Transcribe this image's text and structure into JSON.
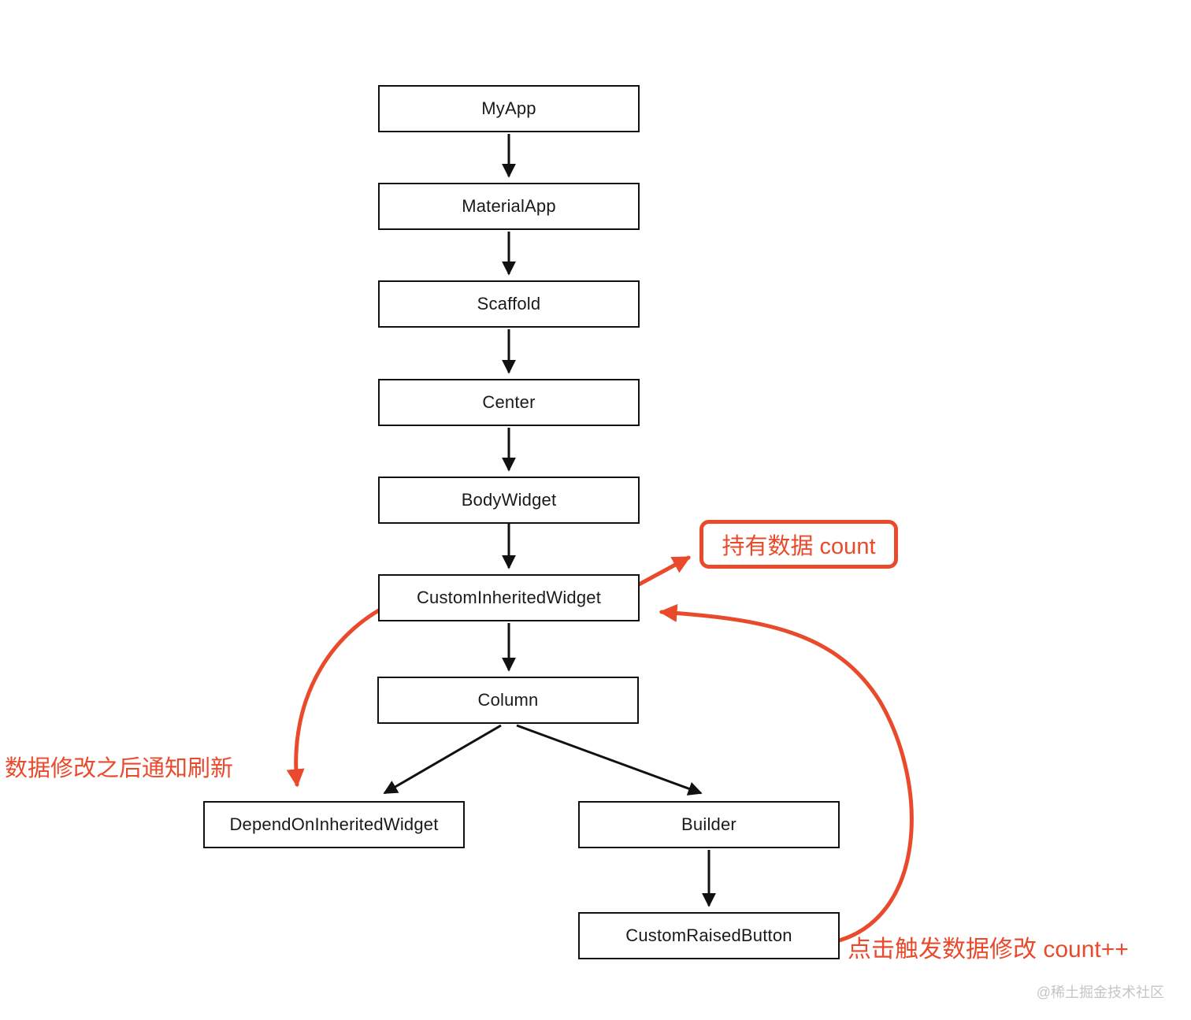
{
  "diagram": {
    "nodes": {
      "myapp": {
        "label": "MyApp"
      },
      "materialapp": {
        "label": "MaterialApp"
      },
      "scaffold": {
        "label": "Scaffold"
      },
      "center": {
        "label": "Center"
      },
      "bodywidget": {
        "label": "BodyWidget"
      },
      "custominheritedwidget": {
        "label": "CustomInheritedWidget"
      },
      "column": {
        "label": "Column"
      },
      "dependoninheritedwidget": {
        "label": "DependOnInheritedWidget"
      },
      "builder": {
        "label": "Builder"
      },
      "customraisedbutton": {
        "label": "CustomRaisedButton"
      }
    },
    "annotations": {
      "holds_count": "持有数据 count",
      "notify_refresh": "数据修改之后通知刷新",
      "click_trigger": "点击触发数据修改 count++"
    },
    "watermark": "@稀土掘金技术社区",
    "colors": {
      "annotation_red": "#EA4A2C",
      "node_border": "#111111",
      "watermark_gray": "#C5C5C5"
    }
  }
}
